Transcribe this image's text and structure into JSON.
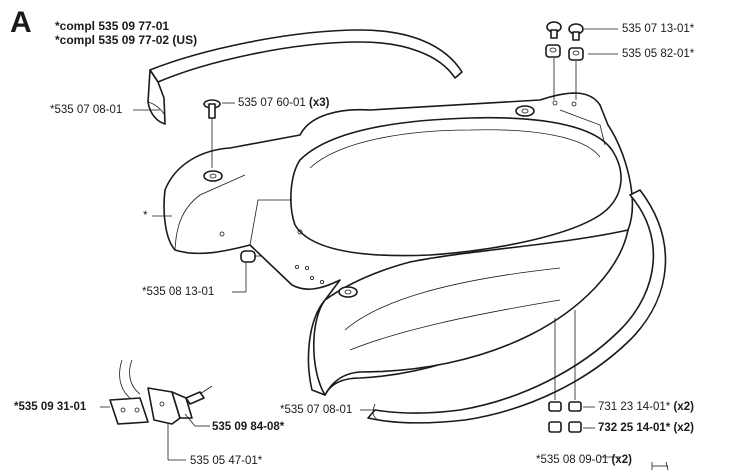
{
  "diagram": {
    "section_letter": "A",
    "header_lines": [
      "*compl 535 09 77-01",
      "*compl 535 09 77-02 (US)"
    ],
    "parts": [
      {
        "id": "cap",
        "number": "535 07 13-01*",
        "qty": ""
      },
      {
        "id": "nut",
        "number": "535 05 82-01*",
        "qty": ""
      },
      {
        "id": "screw",
        "number": "535 07 60-01",
        "qty": "(x3)"
      },
      {
        "id": "strip-top",
        "number": "*535 07 08-01",
        "qty": ""
      },
      {
        "id": "cover",
        "number": "*",
        "qty": ""
      },
      {
        "id": "knob",
        "number": "*535 08 13-01",
        "qty": ""
      },
      {
        "id": "bracket",
        "number": "*535 09 31-01",
        "qty": ""
      },
      {
        "id": "pin",
        "number": "535 09 84-08*",
        "qty": ""
      },
      {
        "id": "plate",
        "number": "535 05 47-01*",
        "qty": ""
      },
      {
        "id": "strip-bottom",
        "number": "*535 07 08-01",
        "qty": ""
      },
      {
        "id": "bushing-a",
        "number": "731 23 14-01*",
        "qty": "(x2)"
      },
      {
        "id": "bushing-b",
        "number": "732 25 14-01*",
        "qty": "(x2)"
      },
      {
        "id": "spacer",
        "number": "*535 08 09-01",
        "qty": "(x2)"
      }
    ]
  }
}
